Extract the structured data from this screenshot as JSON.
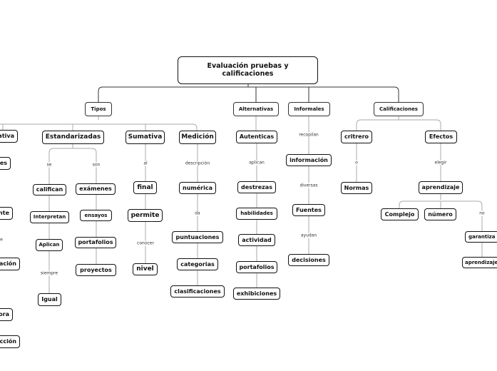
{
  "map": {
    "root": "Evaluación pruebas y calificaciones",
    "categories": {
      "tipos": "Tipos",
      "alternativas": "Alternativas",
      "informales": "Informales",
      "calificaciones": "Calificaciones"
    },
    "nodes": {
      "normativa": "ativa",
      "es": "es",
      "nte": "nte",
      "acion": "ación",
      "ora": "ora",
      "accion": "cción",
      "estandarizadas": "Estandarizadas",
      "sumativa": "Sumativa",
      "medicion": "Medición",
      "autenticas": "Autenticas",
      "critrero": "critrero",
      "efectos": "Efectos",
      "califican": "califican",
      "interpretan": "Interpretan",
      "aplican": "Aplican",
      "igual": "Igual",
      "examenes": "exámenes",
      "ensayos": "ensayos",
      "portafolios": "portafolios",
      "proyectos": "proyectos",
      "final": "final",
      "permite": "permite",
      "nivel": "nivel",
      "numerica": "numérica",
      "puntuaciones": "puntuaciones",
      "categorias": "categorias",
      "clasificaciones": "clasificaciones",
      "destrezas": "destrezas",
      "habilidades": "habilidades",
      "actividad": "actividad",
      "portafolios2": "portafolios",
      "exhibiciones": "exhibiciones",
      "informacion": "información",
      "fuentes": "Fuentes",
      "decisiones": "decisiones",
      "normas": "Normas",
      "aprendizaje": "aprendizaje",
      "complejo": "Complejo",
      "numero": "número",
      "garantiza": "garantiza",
      "aprendizaje2": "aprendizaje"
    },
    "links": {
      "se": "se",
      "son": "son",
      "siempre": "siempre",
      "al": "al",
      "conocer": "conocer",
      "descripcion": "descripción",
      "da": "da",
      "aplican": "aplican",
      "recopilan": "recopilan",
      "diversas": "diversas",
      "ayudan": "ayudan",
      "o": "o",
      "elegir": "elegir",
      "no": "no",
      "e_fragment": "e"
    }
  }
}
